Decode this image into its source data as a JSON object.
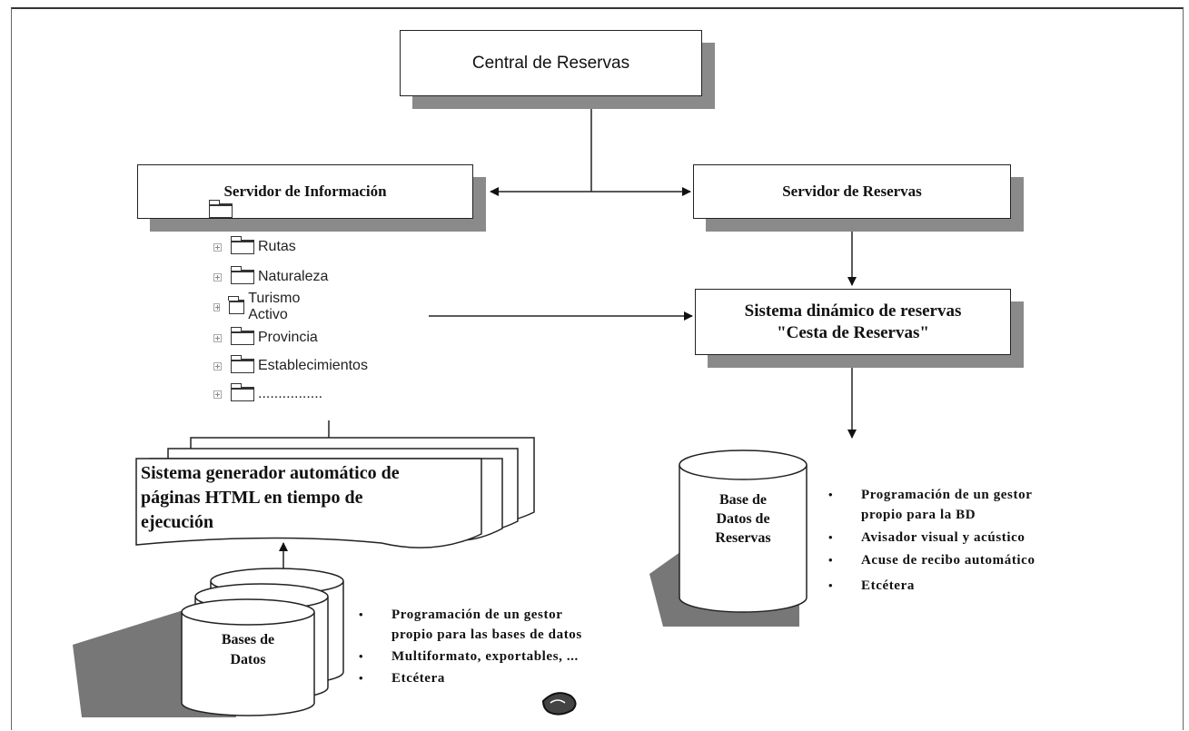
{
  "central": {
    "label": "Central de Reservas"
  },
  "servidor_informacion": {
    "label": "Servidor de Información"
  },
  "servidor_reservas": {
    "label": "Servidor de Reservas"
  },
  "sistema_dinamico": {
    "line1": "Sistema dinámico de reservas",
    "line2": "\"Cesta de Reservas\""
  },
  "tree": {
    "items": [
      "Rutas",
      "Naturaleza",
      "Turismo Activo",
      "Provincia",
      "Establecimientos",
      "................"
    ]
  },
  "generador": {
    "line1": "Sistema generador automático de",
    "line2": "páginas HTML en tiempo de",
    "line3": "ejecución"
  },
  "bases_datos": {
    "label_line1": "Bases de",
    "label_line2": "Datos",
    "bullets": [
      "Programación de un gestor",
      "propio para las bases de datos",
      "Multiformato, exportables, ...",
      "Etcétera"
    ]
  },
  "base_reservas": {
    "label_line1": "Base de",
    "label_line2": "Datos de",
    "label_line3": "Reservas",
    "bullets": [
      "Programación de un gestor",
      "propio para la BD",
      "Avisador visual y acústico",
      "Acuse de recibo automático",
      "Etcétera"
    ]
  }
}
